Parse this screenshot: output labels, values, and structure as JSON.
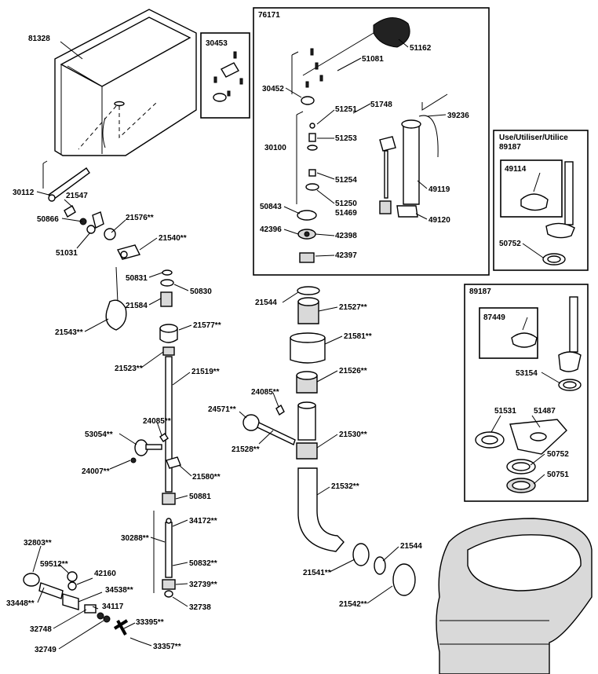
{
  "labels": {
    "box_76171": "76171",
    "box_30453": "30453",
    "use_header": "Use/Utiliser/Utilice",
    "use_code": "89187",
    "box_89187": "89187",
    "l81328": "81328",
    "l30112": "30112",
    "l21547": "21547",
    "l50866": "50866",
    "l51031": "51031",
    "l21576": "21576**",
    "l21540": "21540**",
    "l50831": "50831",
    "l50830": "50830",
    "l21584": "21584",
    "l21543": "21543**",
    "l21577": "21577**",
    "l21523": "21523**",
    "l21519": "21519**",
    "l53054": "53054**",
    "l24085a": "24085**",
    "l24007": "24007**",
    "l21580": "21580**",
    "l50881": "50881",
    "l34172": "34172**",
    "l30288": "30288**",
    "l50832": "50832**",
    "l32739": "32739**",
    "l32738": "32738",
    "l32803": "32803**",
    "l59512": "59512**",
    "l42160": "42160",
    "l34538": "34538**",
    "l34117": "34117",
    "l33448": "33448**",
    "l32748": "32748",
    "l32749": "32749",
    "l33395": "33395**",
    "l33357": "33357**",
    "l30452": "30452",
    "l51081": "51081",
    "l51162": "51162",
    "l51251": "51251",
    "l51748": "51748",
    "l39236": "39236",
    "l30100": "30100",
    "l51253": "51253",
    "l51254": "51254",
    "l49119": "49119",
    "l50843": "50843",
    "l51250": "51250",
    "l51469": "51469",
    "l49120": "49120",
    "l42396": "42396",
    "l42398": "42398",
    "l42397": "42397",
    "l49114": "49114",
    "l50752a": "50752",
    "l21544a": "21544",
    "l21527": "21527**",
    "l21581": "21581**",
    "l21526": "21526**",
    "l24085b": "24085**",
    "l24571": "24571**",
    "l21530": "21530**",
    "l21528": "21528**",
    "l21532": "21532**",
    "l21541": "21541**",
    "l21544b": "21544",
    "l21542": "21542**",
    "l87449": "87449",
    "l53154": "53154",
    "l51531": "51531",
    "l51487": "51487",
    "l50752b": "50752",
    "l50751": "50751"
  }
}
